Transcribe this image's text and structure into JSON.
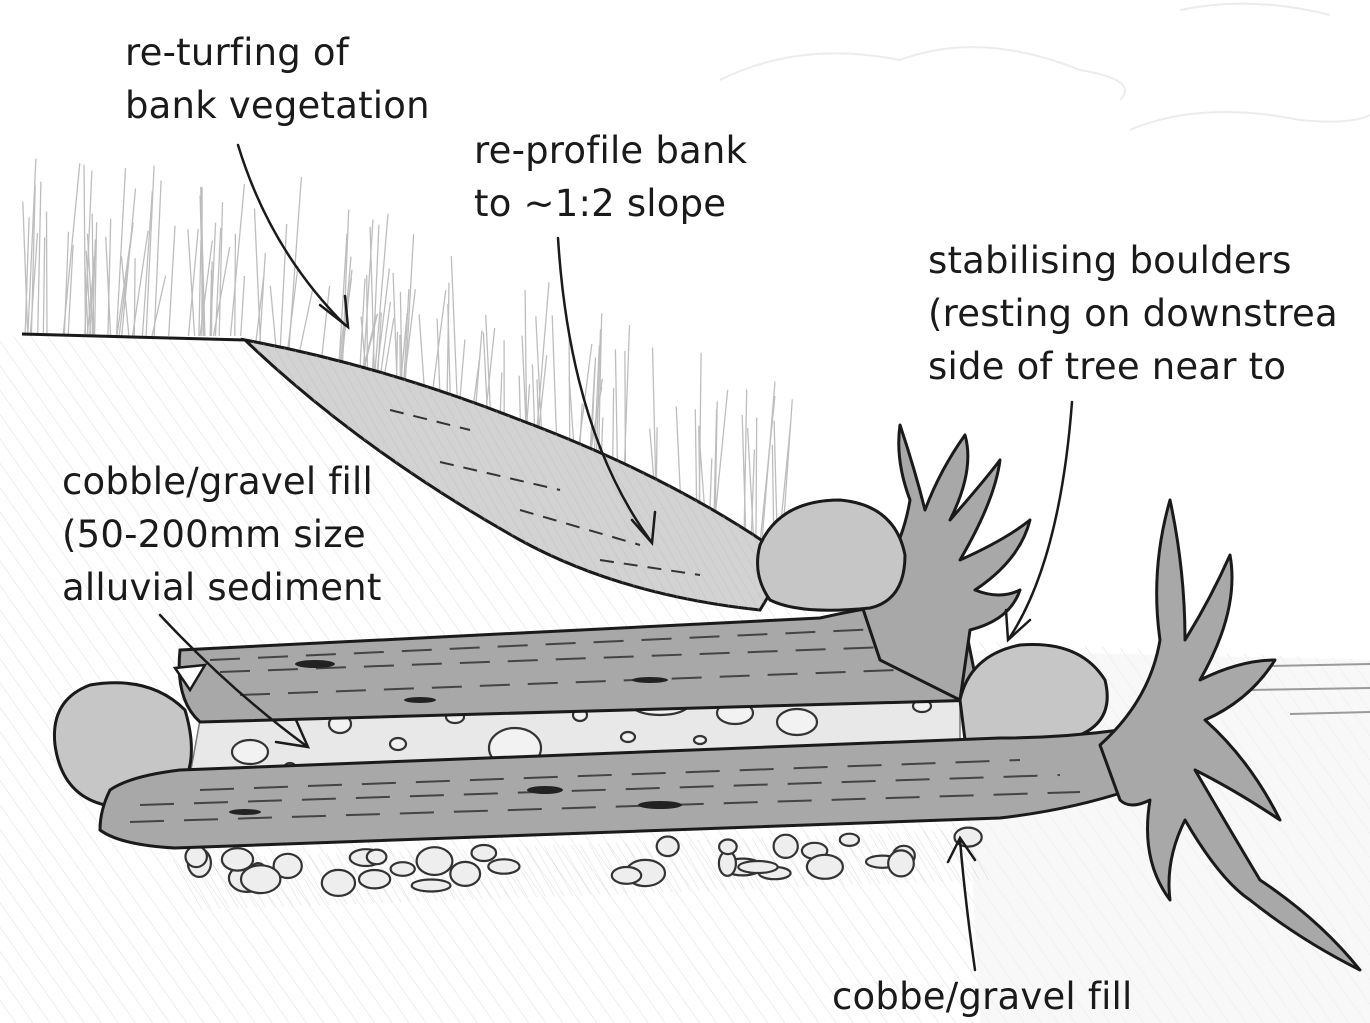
{
  "labels": {
    "returfing": [
      "re-turfing of",
      "bank vegetation"
    ],
    "reprofile": [
      "re-profile bank",
      "to ~1:2 slope"
    ],
    "boulders": [
      "stabilising boulders",
      "(resting on downstrea",
      "side of tree near to"
    ],
    "cobble_fill": [
      "cobble/gravel fill",
      "(50-200mm size",
      "alluvial sediment"
    ],
    "bottom_fill": "cobbe/gravel fill"
  },
  "colors": {
    "ink": "#1a1a1a",
    "log_fill": "#a9a9a9",
    "log_dark": "#8c8c8c",
    "bank_fill": "#cfcfcf",
    "gravel_fill": "#e6e6e6",
    "boulder_fill": "#c4c4c4",
    "hatch": "#d4d4d4"
  }
}
